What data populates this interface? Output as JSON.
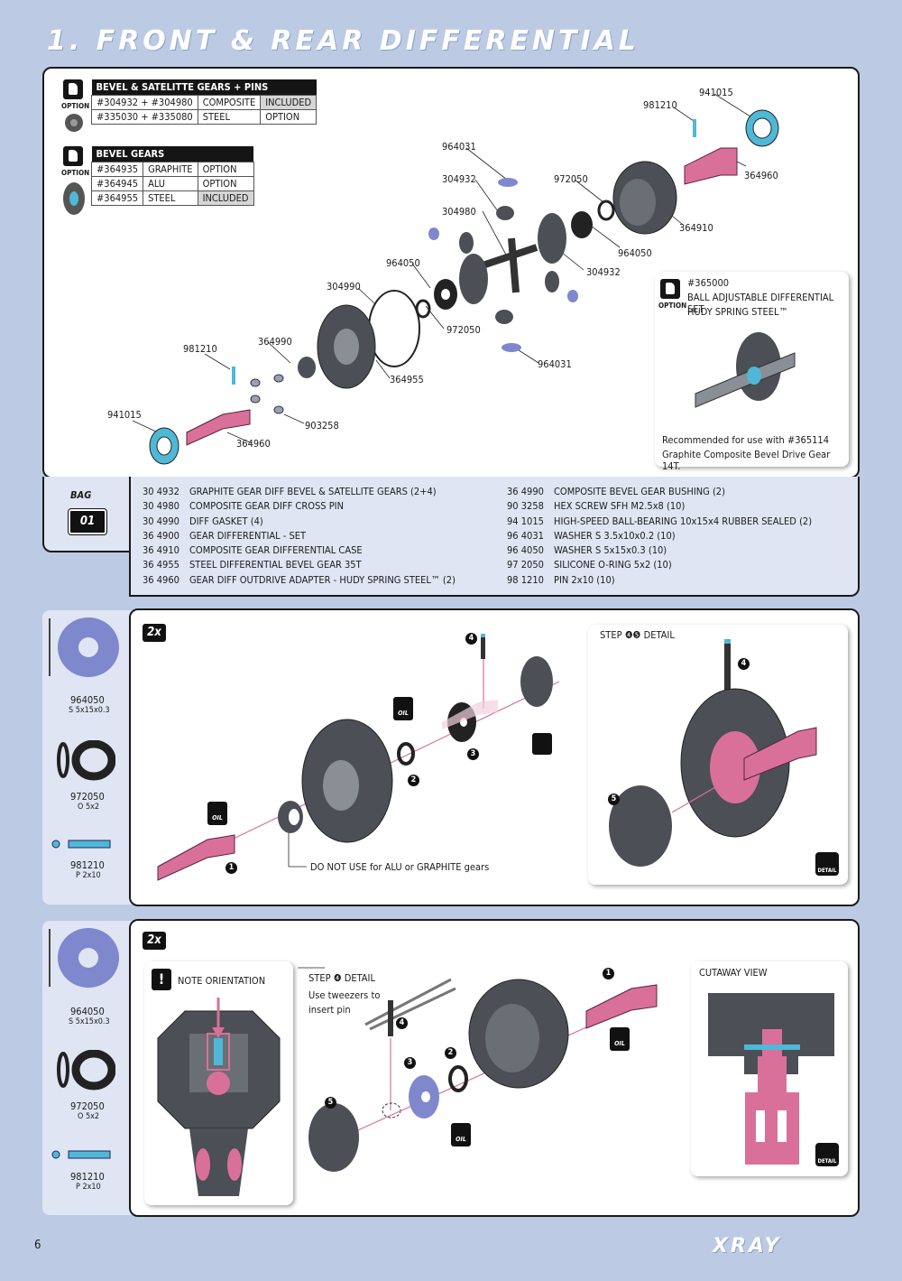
{
  "title": "1. FRONT & REAR DIFFERENTIAL",
  "option_label": "OPTION",
  "options": [
    {
      "header": "BEVEL & SATELITTE GEARS + PINS",
      "rows": [
        [
          "#304932 + #304980",
          "COMPOSITE",
          "INCLUDED"
        ],
        [
          "#335030 + #335080",
          "STEEL",
          "OPTION"
        ]
      ]
    },
    {
      "header": "BEVEL GEARS",
      "rows": [
        [
          "#364935",
          "GRAPHITE",
          "OPTION"
        ],
        [
          "#364945",
          "ALU",
          "OPTION"
        ],
        [
          "#364955",
          "STEEL",
          "INCLUDED"
        ]
      ]
    }
  ],
  "exploded_labels": [
    "941015",
    "981210",
    "964031",
    "304932",
    "972050",
    "364960",
    "304980",
    "364910",
    "964050",
    "304932",
    "304990",
    "964050",
    "972050",
    "364990",
    "981210",
    "964031",
    "364955",
    "903258",
    "941015",
    "364960"
  ],
  "option_box": {
    "code": "#365000",
    "line1": "BALL ADJUSTABLE DIFFERENTIAL SET",
    "line2": "HUDY SPRING STEEL™",
    "rec1": "Recommended for use with #365114",
    "rec2": "Graphite Composite Bevel Drive Gear 14T."
  },
  "bag": {
    "label": "BAG",
    "number": "01"
  },
  "parts_left": [
    [
      "30 4932",
      "GRAPHITE GEAR DIFF BEVEL & SATELLITE GEARS (2+4)"
    ],
    [
      "30 4980",
      "COMPOSITE GEAR DIFF CROSS PIN"
    ],
    [
      "30 4990",
      "DIFF GASKET (4)"
    ],
    [
      "36 4900",
      "GEAR DIFFERENTIAL - SET"
    ],
    [
      "36 4910",
      "COMPOSITE GEAR DIFFERENTIAL CASE"
    ],
    [
      "36 4955",
      "STEEL DIFFERENTIAL BEVEL GEAR 35T"
    ],
    [
      "36 4960",
      "GEAR DIFF OUTDRIVE ADAPTER - HUDY SPRING STEEL™ (2)"
    ]
  ],
  "parts_right": [
    [
      "36 4990",
      "COMPOSITE BEVEL GEAR BUSHING (2)"
    ],
    [
      "90 3258",
      "HEX SCREW SFH M2.5x8  (10)"
    ],
    [
      "94 1015",
      "HIGH-SPEED BALL-BEARING 10x15x4 RUBBER SEALED  (2)"
    ],
    [
      "96 4031",
      "WASHER S 3.5x10x0.2  (10)"
    ],
    [
      "96 4050",
      "WASHER S 5x15x0.3  (10)"
    ],
    [
      "97 2050",
      "SILICONE O-RING 5x2  (10)"
    ],
    [
      "98 1210",
      "PIN 2x10  (10)"
    ]
  ],
  "side_parts": [
    {
      "code": "964050",
      "desc": "S 5x15x0.3"
    },
    {
      "code": "972050",
      "desc": "O 5x2"
    },
    {
      "code": "981210",
      "desc": "P 2x10"
    }
  ],
  "step1": {
    "multiplier": "2x",
    "note": "DO NOT USE for ALU or GRAPHITE gears",
    "detail_title": "STEP ❹❺ DETAIL",
    "oil": "OIL",
    "detail": "DETAIL"
  },
  "step2": {
    "multiplier": "2x",
    "note_orientation": "NOTE ORIENTATION",
    "step_detail": "STEP ❹ DETAIL",
    "tweezers1": "Use tweezers to",
    "tweezers2": "insert pin",
    "cutaway": "CUTAWAY VIEW",
    "oil": "OIL",
    "detail": "DETAIL"
  },
  "step_numbers": [
    "1",
    "2",
    "3",
    "4",
    "5"
  ],
  "page_number": "6",
  "logo": "XRAY",
  "colors": {
    "pink": "#d9709a",
    "blue": "#4fb8d6",
    "washer": "#7f88cc",
    "gray": "#4c4f55"
  }
}
